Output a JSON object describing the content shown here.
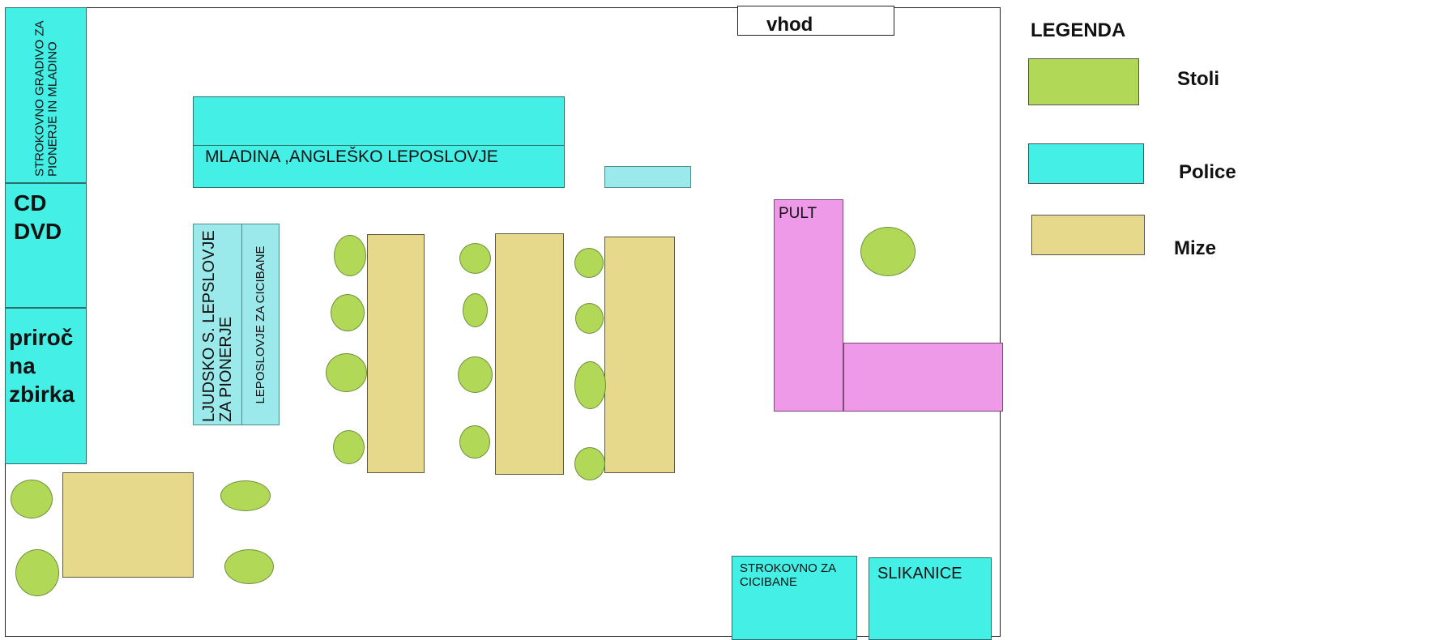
{
  "plan": {
    "entrance": "vhod",
    "left_wall": {
      "technical": "STROKOVNO GRADIVO ZA PIONERJE IN MLADINO",
      "cd_dvd_line1": "CD",
      "cd_dvd_line2": "DVD",
      "reference_line1": "priroč",
      "reference_line2": "na",
      "reference_line3": "zbirka"
    },
    "top_shelf": "MLADINA ,ANGLEŠKO LEPOSLOVJE",
    "vertical_shelf_1": "LJUDSKO S. LEPSLOVJE ZA PIONERJE",
    "vertical_shelf_2": "LEPOSLOVJE ZA CICIBANE",
    "counter": "PULT",
    "bottom_shelf_1": "STROKOVNO ZA CICIBANE",
    "bottom_shelf_2": "SLIKANICE"
  },
  "legend": {
    "title": "LEGENDA",
    "items": [
      {
        "label": "Stoli",
        "color": "#b1d957"
      },
      {
        "label": "Police",
        "color": "#44f0e6"
      },
      {
        "label": "Mize",
        "color": "#e6d98b"
      }
    ]
  }
}
